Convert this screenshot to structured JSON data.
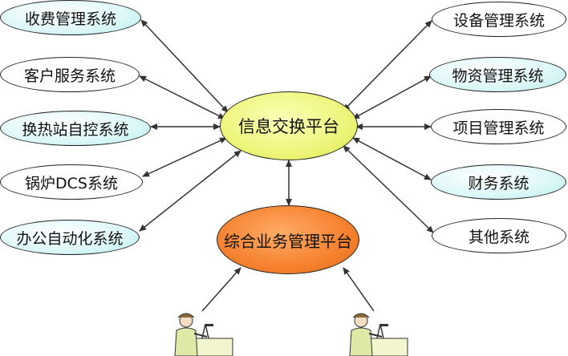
{
  "hub": {
    "label": "信息交换平台"
  },
  "platform": {
    "label": "综合业务管理平台"
  },
  "left_nodes": [
    {
      "label": "收费管理系统"
    },
    {
      "label": "客户服务系统"
    },
    {
      "label": "换热站自控系统"
    },
    {
      "label": "锅炉DCS系统"
    },
    {
      "label": "办公自动化系统"
    }
  ],
  "right_nodes": [
    {
      "label": "设备管理系统"
    },
    {
      "label": "物资管理系统"
    },
    {
      "label": "项目管理系统"
    },
    {
      "label": "财务系统"
    },
    {
      "label": "其他系统"
    }
  ],
  "colors": {
    "hub": "#eef57a",
    "platform": "#f5812e",
    "cyan_node": "#dff8f8",
    "line": "#333333"
  },
  "icons": [
    "arrow-icon",
    "user-at-desk-icon"
  ]
}
